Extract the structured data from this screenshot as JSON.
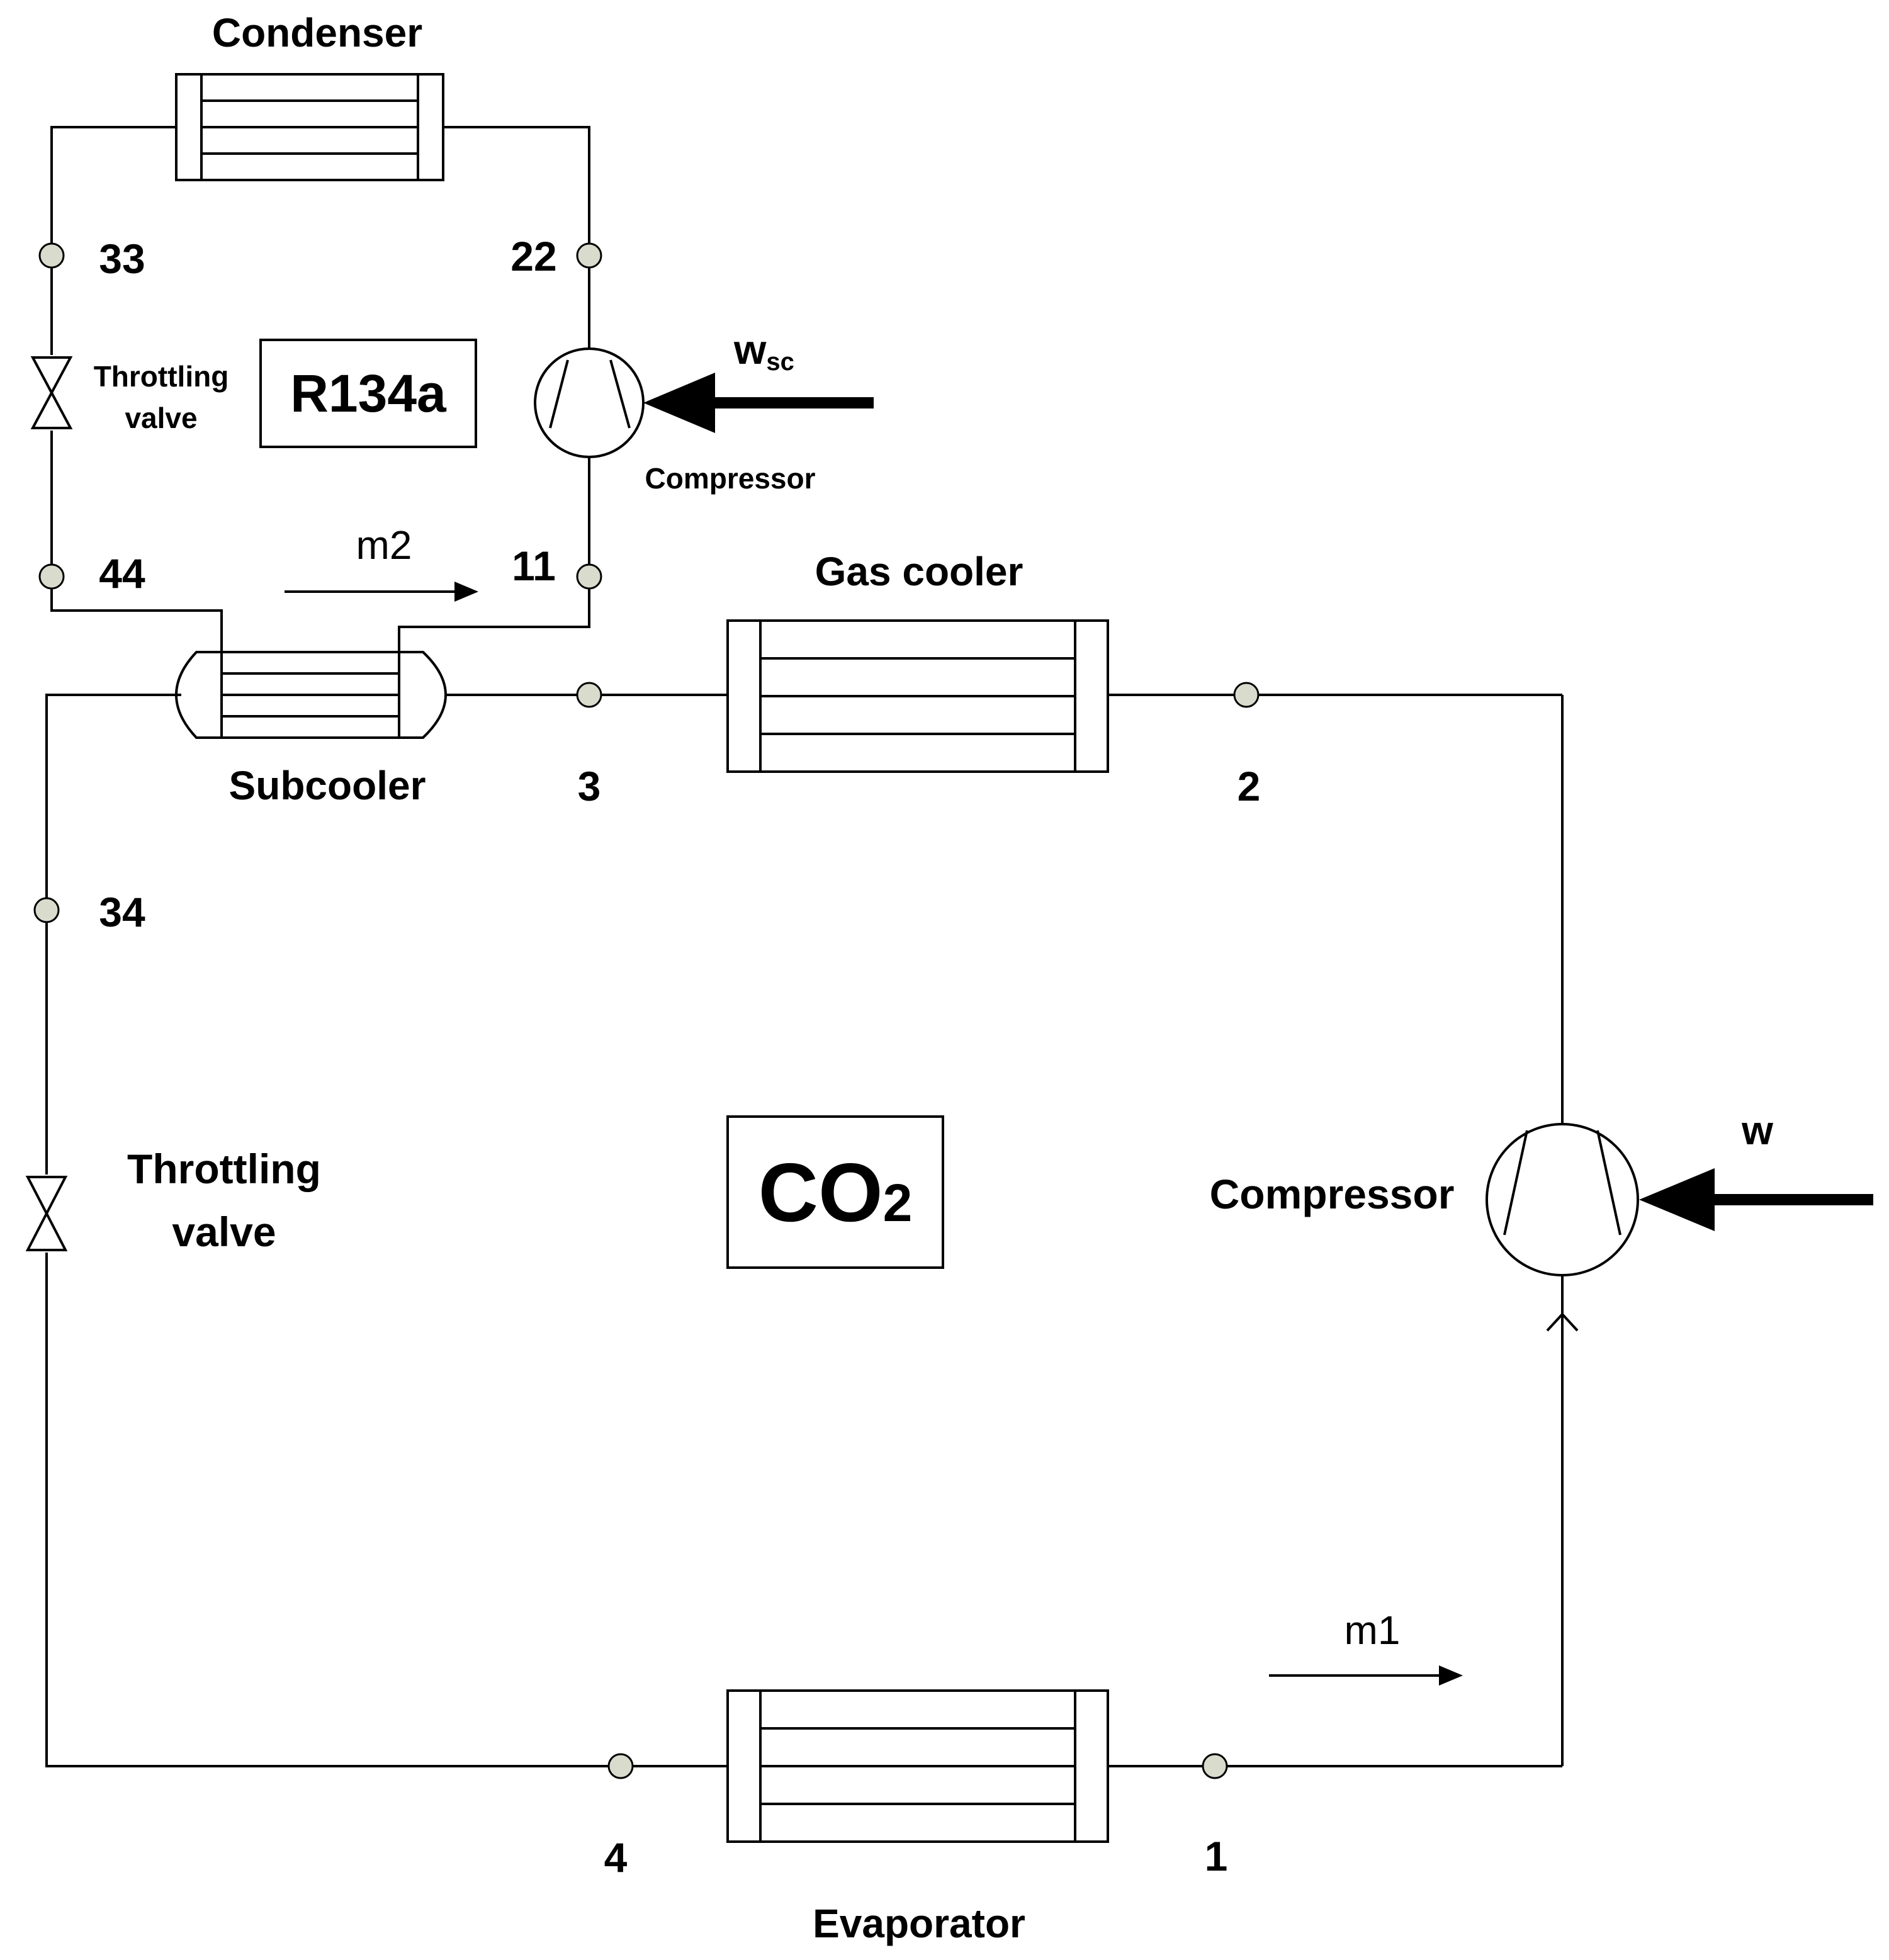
{
  "components": {
    "condenser": "Condenser",
    "gas_cooler": "Gas cooler",
    "subcooler": "Subcooler",
    "evaporator": "Evaporator",
    "compressor_small": "Compressor",
    "compressor_main": "Compressor",
    "throttle_small_line1": "Throttling",
    "throttle_small_line2": "valve",
    "throttle_main_line1": "Throttling",
    "throttle_main_line2": "valve"
  },
  "fluids": {
    "r134a": "R134a",
    "co2_base": "CO",
    "co2_sub": "2"
  },
  "work": {
    "wsc_base": "w",
    "wsc_sub": "sc",
    "w_main": "w"
  },
  "flows": {
    "m1": "m1",
    "m2": "m2"
  },
  "states": {
    "s1": "1",
    "s2": "2",
    "s3": "3",
    "s4": "4",
    "s11": "11",
    "s22": "22",
    "s33": "33",
    "s34": "34",
    "s44": "44"
  },
  "colors": {
    "line": "#000000",
    "node_fill": "#d9dccc",
    "background": "#ffffff"
  }
}
